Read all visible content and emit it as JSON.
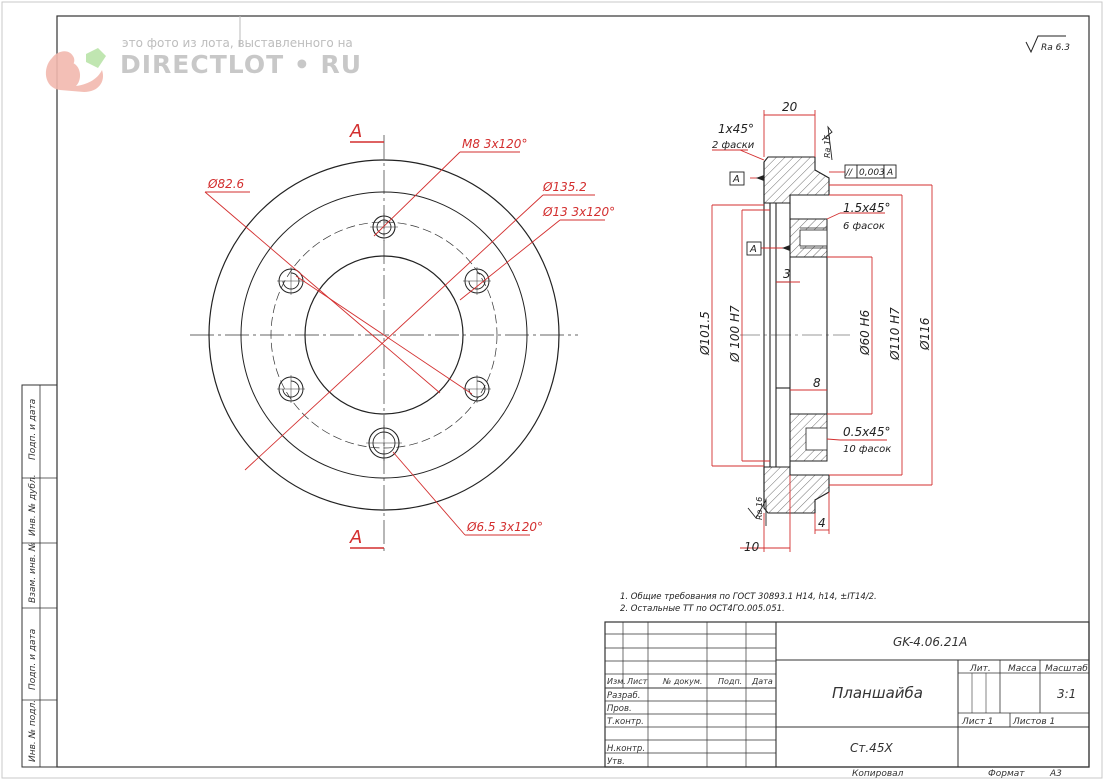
{
  "watermark": {
    "caption": "это фото из лота, выставленного на",
    "brand": "DIRECTLOT • RU"
  },
  "roughness_general": "Ra 6.3",
  "front_view": {
    "section_mark": "A",
    "labels": {
      "d82": "Ø82.6",
      "m8": "M8 3x120°",
      "d135": "Ø135.2",
      "d13": "Ø13 3x120°",
      "d65": "Ø6.5 3x120°"
    }
  },
  "section_view": {
    "dim_width": "20",
    "chamfer1": "1x45°",
    "chamfer1_note": "2 фаски",
    "rough_top": "Ra 16",
    "rough_bottom": "Ra 16",
    "tolerance_symbol": "//",
    "tolerance_value": "0,003",
    "tolerance_datum": "A",
    "datum": "A",
    "chamfer2": "1.5x45°",
    "chamfer2_note": "6 фасок",
    "dim3": "3",
    "dim8": "8",
    "chamfer3": "0.5x45°",
    "chamfer3_note": "10 фасок",
    "dim4": "4",
    "dim10": "10",
    "d1015": "Ø101.5",
    "d100": "Ø 100 H7",
    "d60": "Ø60 H6",
    "d110": "Ø110 H7",
    "d116": "Ø116"
  },
  "notes": [
    "1. Общие требования по ГОСТ 30893.1 H14, h14, ±IT14/2.",
    "2. Остальные ТТ по ОСТ4ГО.005.051."
  ],
  "side_stamp": [
    "Подп. и дата",
    "Инв. № дубл.",
    "Взам. инв. №",
    "Подп. и дата",
    "Инв. № подл."
  ],
  "title_block": {
    "code": "GK-4.06.21A",
    "name": "Планшайба",
    "material": "Ст.45Х",
    "headers": {
      "lit": "Лит.",
      "mass": "Масса",
      "scale": "Масштаб"
    },
    "scale_value": "3:1",
    "sheet": "Лист 1",
    "sheets": "Листов 1",
    "col_headers": [
      "Изм.",
      "Лист",
      "№ докум.",
      "Подп.",
      "Дата"
    ],
    "rows": [
      "Разраб.",
      "Пров.",
      "Т.контр.",
      "Н.контр.",
      "Утв."
    ],
    "copied": "Копировал",
    "format_label": "Формат",
    "format_value": "А3"
  }
}
